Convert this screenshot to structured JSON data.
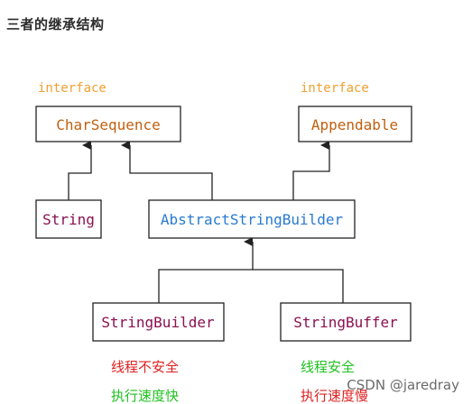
{
  "heading": "三者的继承结构",
  "colors": {
    "interface_tag": "#f0a030",
    "interface_name": "#c06010",
    "class_name": "#8a1050",
    "abstract_name": "#2a7ad0",
    "unsafe_note": "#e02020",
    "safe_note": "#20c020",
    "line": "#222222"
  },
  "diagram": {
    "interfaces": [
      {
        "tag": "interface",
        "name": "CharSequence"
      },
      {
        "tag": "interface",
        "name": "Appendable"
      }
    ],
    "classes": {
      "string": "String",
      "abstract_builder": "AbstractStringBuilder",
      "string_builder": "StringBuilder",
      "string_buffer": "StringBuffer"
    },
    "relations": [
      {
        "from": "String",
        "to": "CharSequence"
      },
      {
        "from": "AbstractStringBuilder",
        "to": "CharSequence"
      },
      {
        "from": "AbstractStringBuilder",
        "to": "Appendable"
      },
      {
        "from": "StringBuilder",
        "to": "AbstractStringBuilder"
      },
      {
        "from": "StringBuffer",
        "to": "AbstractStringBuilder"
      }
    ]
  },
  "notes": {
    "builder_safety": "线程不安全",
    "builder_speed": "执行速度快",
    "buffer_safety": "线程安全",
    "buffer_speed": "执行速度慢"
  },
  "watermark": "CSDN @jaredray"
}
